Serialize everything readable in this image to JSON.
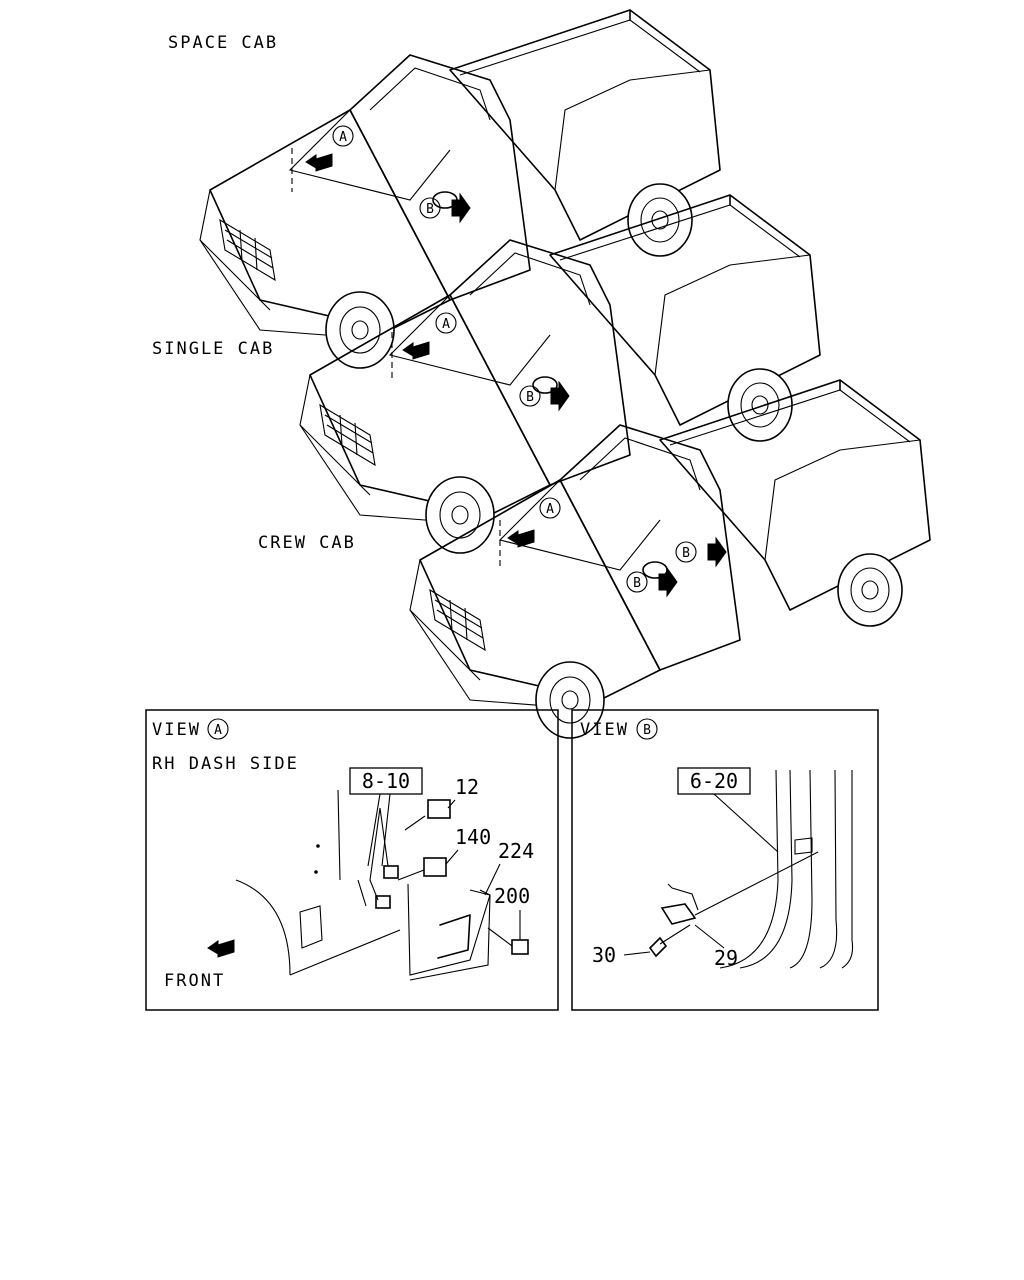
{
  "figure": {
    "trucks": [
      {
        "label": "SPACE CAB",
        "view_a_marker": "A",
        "view_b_markers": [
          "B"
        ]
      },
      {
        "label": "SINGLE CAB",
        "view_a_marker": "A",
        "view_b_markers": [
          "B"
        ]
      },
      {
        "label": "CREW CAB",
        "view_a_marker": "A",
        "view_b_markers": [
          "B",
          "B"
        ]
      }
    ],
    "view_a": {
      "title": "VIEW",
      "marker": "A",
      "subtitle": "RH DASH SIDE",
      "direction_label": "FRONT",
      "callouts": [
        "8-10",
        "12",
        "140",
        "224",
        "200"
      ]
    },
    "view_b": {
      "title": "VIEW",
      "marker": "B",
      "callouts": [
        "6-20",
        "30",
        "29"
      ]
    }
  }
}
